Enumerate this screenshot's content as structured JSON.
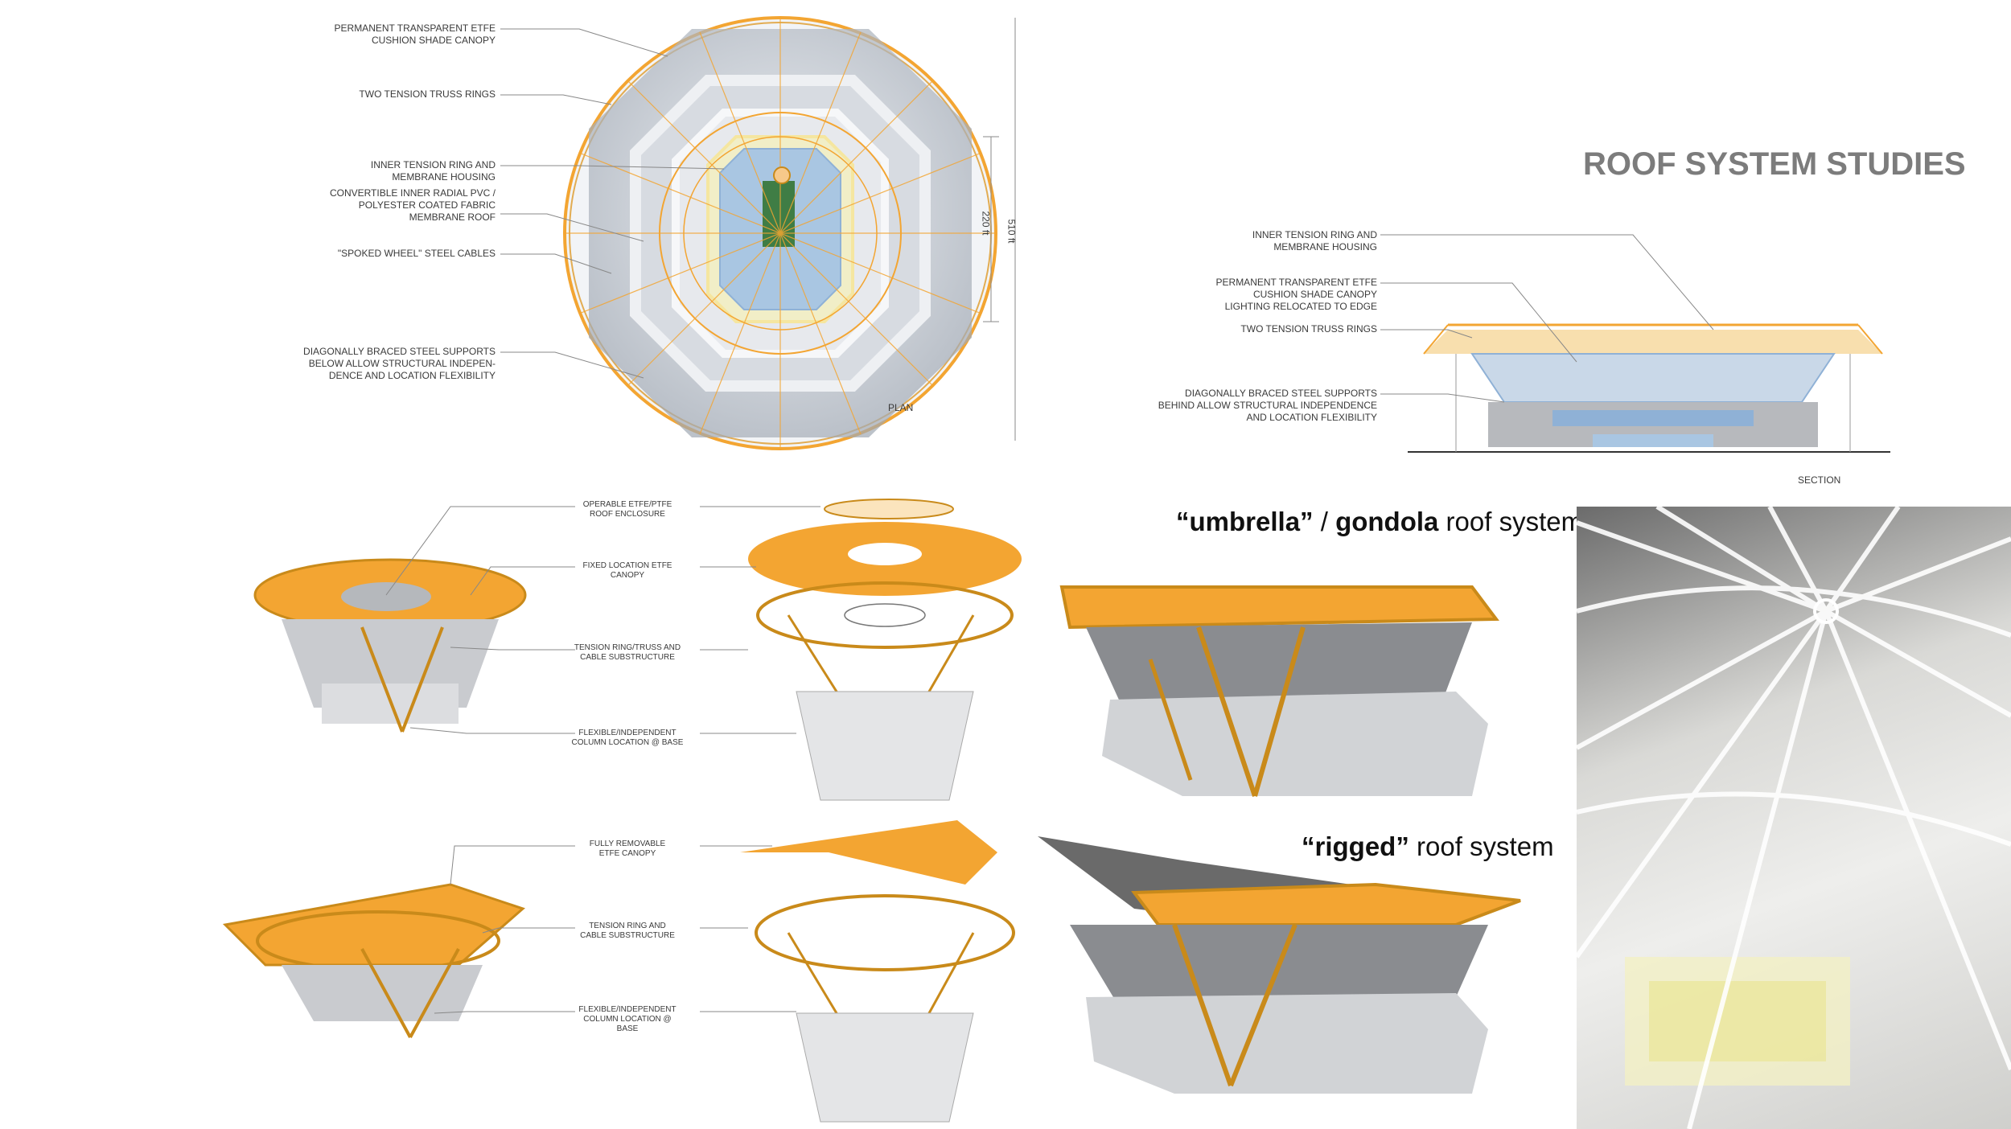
{
  "title": "ROOF SYSTEM STUDIES",
  "plan": {
    "labels": [
      "PERMANENT TRANSPARENT ETFE\nCUSHION  SHADE CANOPY",
      "TWO TENSION TRUSS RINGS",
      "INNER  TENSION RING  AND\nMEMBRANE HOUSING",
      "CONVERTIBLE INNER RADIAL PVC /\nPOLYESTER COATED FABRIC\nMEMBRANE ROOF",
      "\"SPOKED WHEEL\" STEEL CABLES",
      "DIAGONALLY BRACED STEEL SUPPORTS\nBELOW ALLOW STRUCTURAL INDEPEN-\nDENCE AND LOCATION FLEXIBILITY"
    ],
    "dim_inner": "220 ft",
    "dim_outer": "510 ft",
    "caption": "PLAN"
  },
  "section": {
    "labels": [
      "INNER  TENSION RING  AND\nMEMBRANE HOUSING",
      "PERMANENT TRANSPARENT ETFE\nCUSHION  SHADE CANOPY\nLIGHTING RELOCATED TO EDGE",
      "TWO TENSION TRUSS RINGS",
      "DIAGONALLY BRACED STEEL SUPPORTS\nBEHIND ALLOW STRUCTURAL INDEPENDENCE\nAND LOCATION FLEXIBILITY"
    ],
    "caption": "SECTION"
  },
  "umbrella": {
    "labels": [
      "OPERABLE ETFE/PTFE\nROOF ENCLOSURE",
      "FIXED LOCATION ETFE\nCANOPY",
      "TENSION RING/TRUSS AND\nCABLE SUBSTRUCTURE",
      "FLEXIBLE/INDEPENDENT\nCOLUMN LOCATION @ BASE"
    ],
    "heading_bold_1": "“umbrella”",
    "heading_sep": " / ",
    "heading_bold_2": "gondola",
    "heading_rest": " roof system"
  },
  "rigged": {
    "labels": [
      "FULLY REMOVABLE\nETFE CANOPY",
      "TENSION RING AND\nCABLE SUBSTRUCTURE",
      "FLEXIBLE/INDEPENDENT\nCOLUMN LOCATION @\nBASE"
    ],
    "heading_bold": "“rigged”",
    "heading_rest": "  roof system"
  },
  "colors": {
    "orange": "#f3a532",
    "orange_dark": "#c98a1a",
    "glass_blue": "#a9c6e2",
    "court_green": "#3f7d45",
    "gray": "#cfd1d4",
    "title_gray": "#7c7c7c"
  }
}
